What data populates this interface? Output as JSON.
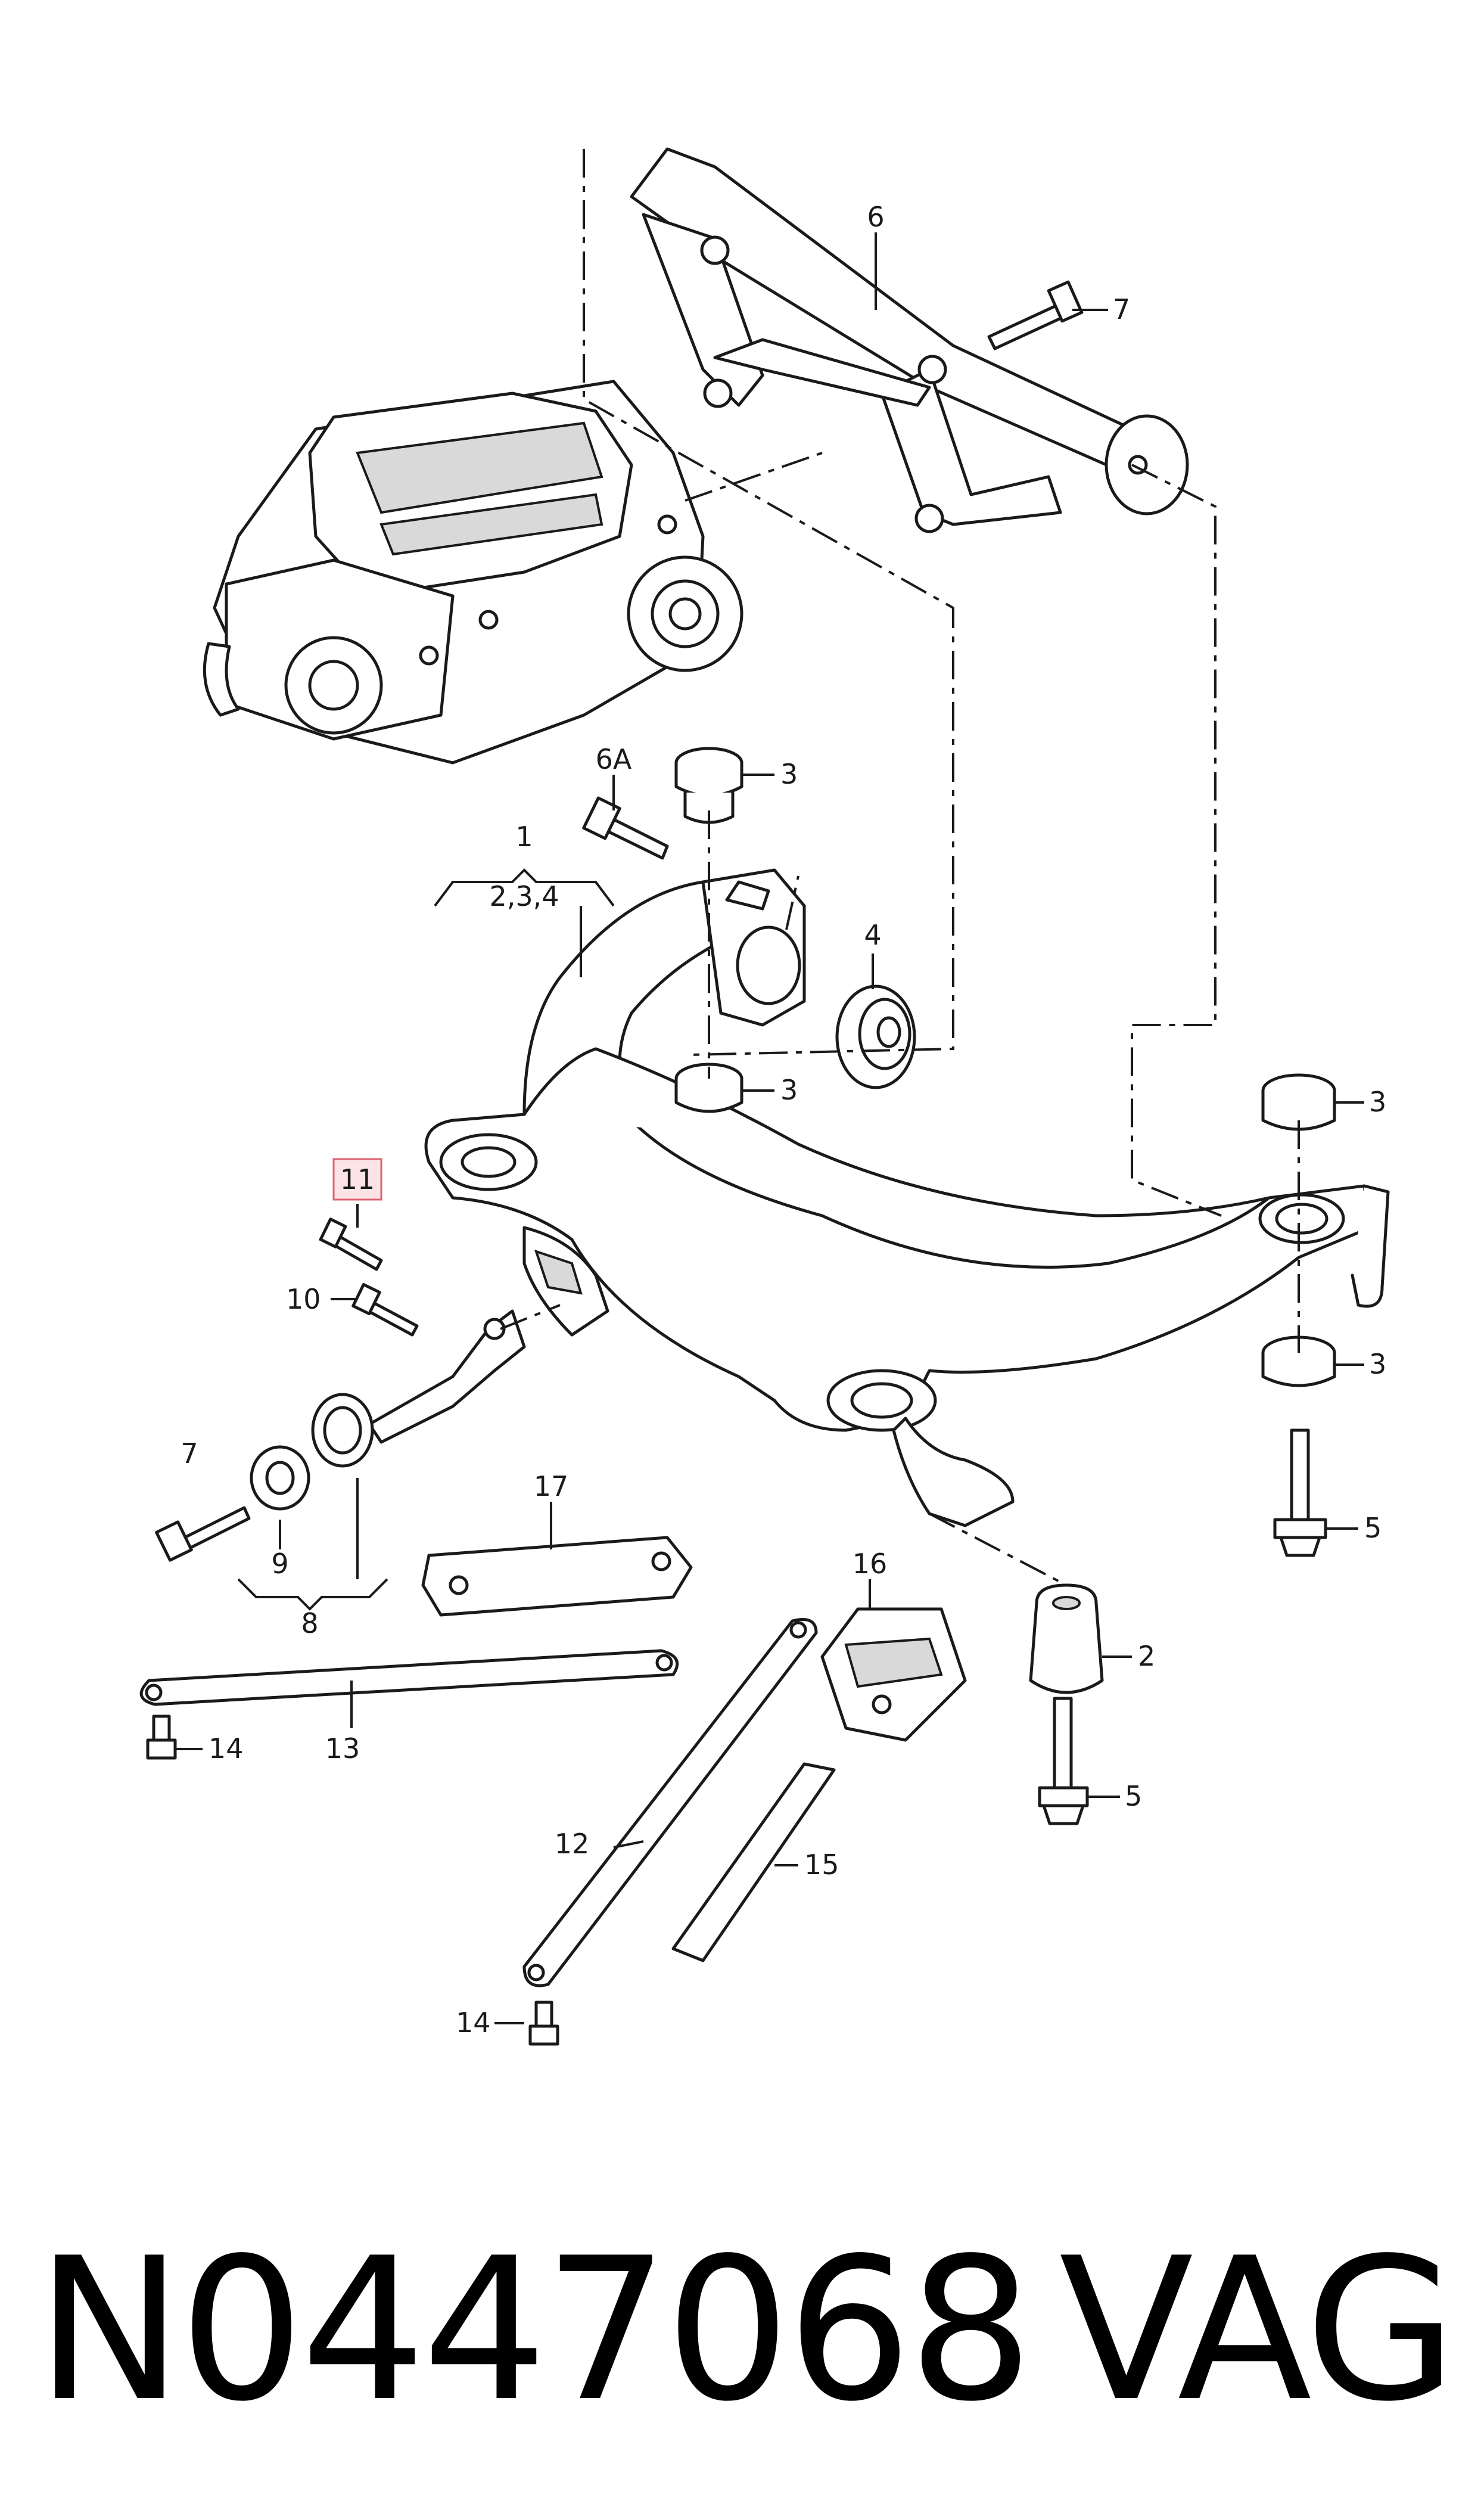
{
  "diagram": {
    "callouts": {
      "c1": "1",
      "c1_sub": "2,3,4",
      "c2": "2",
      "c3a": "3",
      "c3b": "3",
      "c3c": "3",
      "c3d": "3",
      "c4": "4",
      "c5a": "5",
      "c5b": "5",
      "c6": "6",
      "c6a": "6A",
      "c7a": "7",
      "c7b": "7",
      "c8": "8",
      "c9": "9",
      "c10": "10",
      "c11": "11",
      "c12": "12",
      "c13": "13",
      "c14a": "14",
      "c14b": "14",
      "c15": "15",
      "c16": "16",
      "c17": "17"
    },
    "highlight_color": "#e06070",
    "highlight_fill": "#fbe3e6"
  },
  "caption": {
    "part_number": "N0447068",
    "brand": "VAG"
  }
}
